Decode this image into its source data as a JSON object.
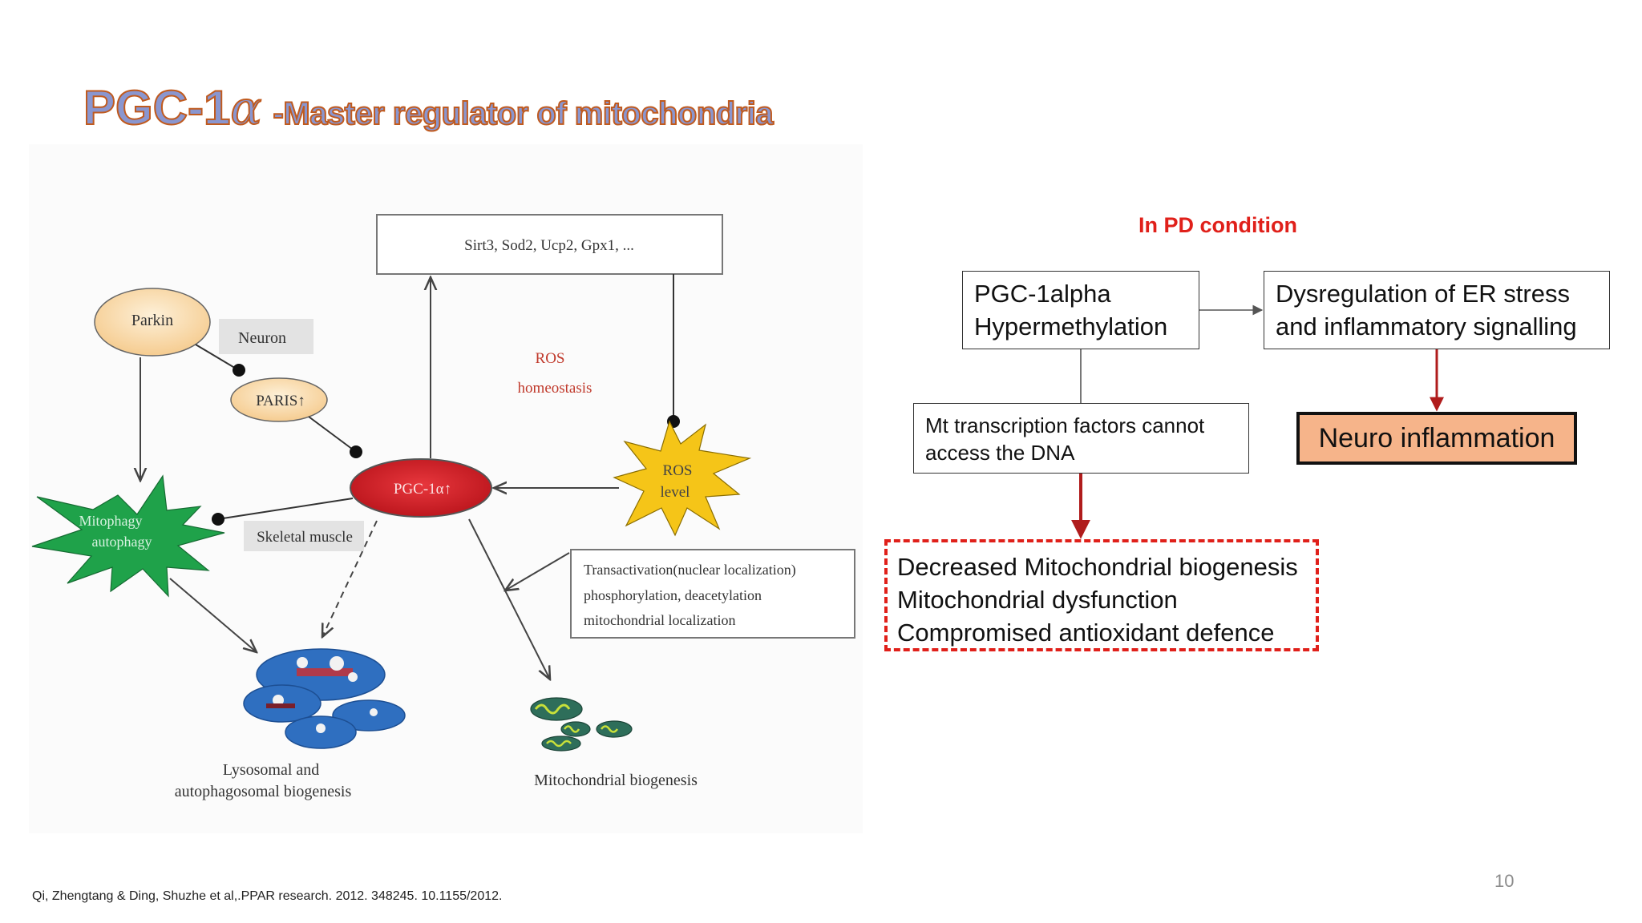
{
  "slide": {
    "title_main": "PGC-1",
    "title_alpha": "α",
    "title_sub": "-Master regulator of mitochondria",
    "citation": "Qi, Zhengtang & Ding, Shuzhe et al,.PPAR research. 2012. 348245. 10.1155/2012.",
    "page_number": "10"
  },
  "figure": {
    "targets_box": "Sirt3, Sod2, Ucp2, Gpx1, ...",
    "parkin": "Parkin",
    "neuron": "Neuron",
    "paris": "PARIS↑",
    "ros_homeostasis_line1": "ROS",
    "ros_homeostasis_line2": "homeostasis",
    "ros_level_line1": "ROS",
    "ros_level_line2": "level",
    "pgc": "PGC-1α↑",
    "mitophagy_line1": "Mitophagy",
    "mitophagy_line2": "autophagy",
    "skeletal_muscle": "Skeletal muscle",
    "transactivation_line1": "Transactivation(nuclear localization)",
    "transactivation_line2": "phosphorylation, deacetylation",
    "transactivation_line3": "mitochondrial localization",
    "lysosomal_line1": "Lysosomal and",
    "lysosomal_line2": "autophagosomal biogenesis",
    "mito_biogenesis": "Mitochondrial  biogenesis",
    "colors": {
      "parkin_fill": "#f8d9a8",
      "pgc_fill": "#d9232a",
      "ros_fill": "#f5c518",
      "mitophagy_fill": "#1fa24a",
      "lysosome_fill": "#2f6fc0"
    }
  },
  "pd_panel": {
    "heading": "In PD condition",
    "pgc_box": [
      "PGC-1alpha",
      "Hypermethylation"
    ],
    "dysregulation_box": [
      "Dysregulation of ER stress",
      "and inflammatory signalling"
    ],
    "mt_box": [
      "Mt transcription factors cannot",
      "access the DNA"
    ],
    "neuro_box": "Neuro inflammation",
    "decreased_box": [
      "Decreased Mitochondrial biogenesis",
      "Mitochondrial dysfunction",
      "Compromised antioxidant defence"
    ],
    "colors": {
      "heading": "#e0201a",
      "arrow_red": "#b01c1c",
      "neuro_fill": "#f6b48a",
      "dashed_border": "#e0201a"
    }
  }
}
